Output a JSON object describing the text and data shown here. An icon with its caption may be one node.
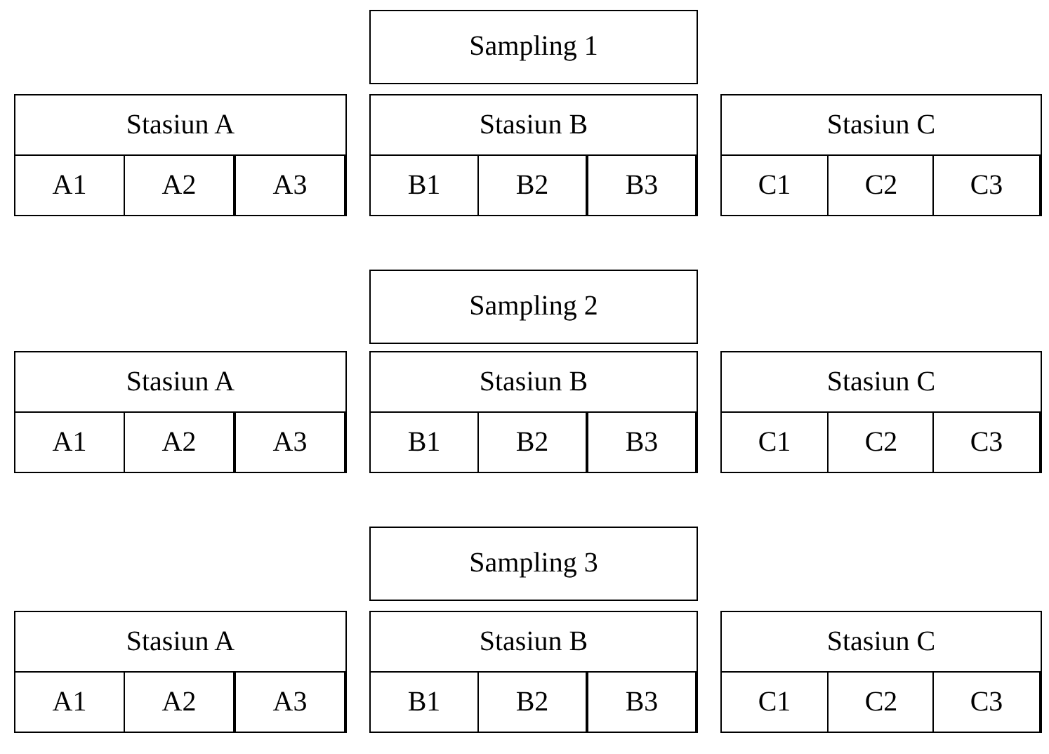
{
  "diagram": {
    "nodes": [
      {
        "text": [
          "Sampling 1"
        ]
      },
      {
        "text": [
          "Stasiun A"
        ]
      },
      {
        "text": [
          "A1"
        ],
        "in": 1
      },
      {
        "text": [
          "A2"
        ],
        "in": 1
      },
      {
        "text": [
          "A3"
        ],
        "in": 1
      },
      {
        "text": [
          "Stasiun B"
        ]
      },
      {
        "text": [
          "B1"
        ],
        "in": 5
      },
      {
        "text": [
          "B2"
        ],
        "in": 5
      },
      {
        "text": [
          "B3"
        ],
        "in": 5
      },
      {
        "text": [
          "Stasiun C"
        ]
      },
      {
        "text": [
          "C1"
        ],
        "in": 9
      },
      {
        "text": [
          "C2"
        ],
        "in": 9
      },
      {
        "text": [
          "C3"
        ],
        "in": 9
      },
      {
        "text": [
          "Sampling 2"
        ]
      },
      {
        "text": [
          "Stasiun A"
        ]
      },
      {
        "text": [
          "A1"
        ],
        "in": 14
      },
      {
        "text": [
          "A2"
        ],
        "in": 14
      },
      {
        "text": [
          "A3"
        ],
        "in": 14
      },
      {
        "text": [
          "Stasiun B"
        ]
      },
      {
        "text": [
          "B1"
        ],
        "in": 18
      },
      {
        "text": [
          "B2"
        ],
        "in": 18
      },
      {
        "text": [
          "B3"
        ],
        "in": 18
      },
      {
        "text": [
          "Stasiun C"
        ]
      },
      {
        "text": [
          "C1"
        ],
        "in": 22
      },
      {
        "text": [
          "C2"
        ],
        "in": 22
      },
      {
        "text": [
          "C3"
        ],
        "in": 22
      },
      {
        "text": [
          "Sampling 3"
        ]
      },
      {
        "text": [
          "Stasiun A"
        ]
      },
      {
        "text": [
          "A1"
        ],
        "in": 27
      },
      {
        "text": [
          "A2"
        ],
        "in": 27
      },
      {
        "text": [
          "A3"
        ],
        "in": 27
      },
      {
        "text": [
          "Stasiun B"
        ]
      },
      {
        "text": [
          "B1"
        ],
        "in": 31
      },
      {
        "text": [
          "B2"
        ],
        "in": 31
      },
      {
        "text": [
          "B3"
        ],
        "in": 31
      },
      {
        "text": [
          "Stasiun C"
        ]
      },
      {
        "text": [
          "C1"
        ],
        "in": 35
      },
      {
        "text": [
          "C2"
        ],
        "in": 35
      },
      {
        "text": [
          "C3"
        ],
        "in": 35
      }
    ]
  }
}
